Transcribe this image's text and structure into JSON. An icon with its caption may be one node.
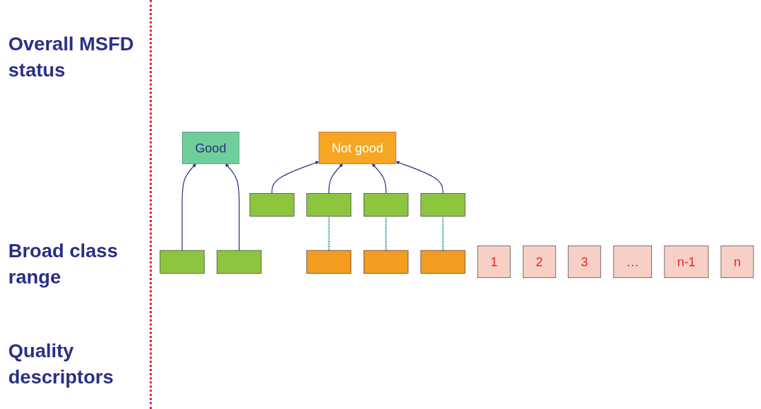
{
  "diagram": {
    "nodes": [
      {
        "text": [
          "Good"
        ]
      },
      {
        "text": [
          "Not good"
        ]
      },
      {
        "text": [],
        "shape": "bar"
      },
      {
        "text": [],
        "shape": "bar"
      },
      {
        "text": [],
        "shape": "bar"
      },
      {
        "text": [],
        "shape": "bar"
      },
      {
        "text": [],
        "shape": "bar"
      },
      {
        "text": [],
        "shape": "bar"
      },
      {
        "text": [],
        "shape": "bar"
      },
      {
        "text": [],
        "shape": "bar"
      },
      {
        "text": [],
        "shape": "bar"
      },
      {
        "text": [
          "1"
        ]
      },
      {
        "text": [
          "2"
        ]
      },
      {
        "text": [
          "3"
        ]
      },
      {
        "text": [
          "…"
        ]
      },
      {
        "text": [
          "n-1"
        ]
      },
      {
        "text": [
          "n"
        ]
      }
    ],
    "edges": [
      {
        "from": 2,
        "to": 0,
        "arrow": "to"
      },
      {
        "from": 3,
        "to": 1,
        "arrow": "to"
      },
      {
        "from": 4,
        "to": 1,
        "arrow": "to"
      },
      {
        "from": 5,
        "to": 1,
        "arrow": "to"
      },
      {
        "from": 6,
        "to": 1,
        "arrow": "to"
      },
      {
        "from": 7,
        "to": 0,
        "arrow": "to"
      },
      {
        "from": 8,
        "to": 4,
        "arrow": "none",
        "style": "dashed",
        "color": "#1a9a9a"
      },
      {
        "from": 9,
        "to": 5,
        "arrow": "none",
        "style": "dashed",
        "color": "#1a9a9a"
      },
      {
        "from": 10,
        "to": 6,
        "arrow": "none",
        "style": "dashed",
        "color": "#1a9a9a"
      }
    ],
    "labels": [
      "Overall MSFD status",
      "Broad class range",
      "Quality descriptors"
    ]
  }
}
